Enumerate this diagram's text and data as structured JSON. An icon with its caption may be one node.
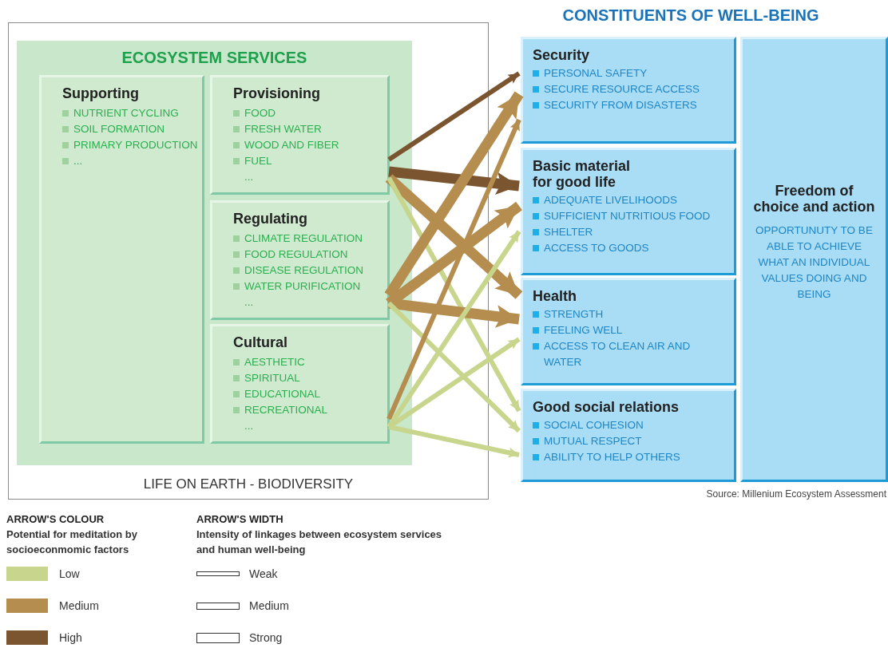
{
  "diagram": {
    "nodes": [
      {
        "text": [
          "LIFE ON EARTH - BIODIVERSITY"
        ]
      },
      {
        "text": [
          "ECOSYSTEM SERVICES"
        ],
        "in": 0
      },
      {
        "text": [
          "Supporting",
          "NUTRIENT CYCLING",
          "SOIL FORMATION",
          "PRIMARY PRODUCTION",
          "..."
        ],
        "in": 1
      },
      {
        "text": [
          "Provisioning",
          "FOOD",
          "FRESH WATER",
          "WOOD AND FIBER",
          "FUEL",
          "..."
        ],
        "in": 1
      },
      {
        "text": [
          "Regulating",
          "CLIMATE REGULATION",
          "FOOD REGULATION",
          "DISEASE REGULATION",
          "WATER PURIFICATION",
          "..."
        ],
        "in": 1
      },
      {
        "text": [
          "Cultural",
          "AESTHETIC",
          "SPIRITUAL",
          "EDUCATIONAL",
          "RECREATIONAL",
          "..."
        ],
        "in": 1
      },
      {
        "text": [
          "Security",
          "PERSONAL SAFETY",
          "SECURE RESOURCE ACCESS",
          "SECURITY FROM DISASTERS"
        ]
      },
      {
        "text": [
          "Basic material for good life",
          "ADEQUATE LIVELIHOODS",
          "SUFFICIENT NUTRITIOUS FOOD",
          "SHELTER",
          "ACCESS TO GOODS"
        ]
      },
      {
        "text": [
          "Health",
          "STRENGTH",
          "FEELING WELL",
          "ACCESS TO CLEAN AIR AND WATER"
        ]
      },
      {
        "text": [
          "Good social relations",
          "SOCIAL COHESION",
          "MUTUAL RESPECT",
          "ABILITY TO HELP OTHERS"
        ]
      },
      {
        "text": [
          "Freedom of choice and action",
          "OPPORTUNUTY TO BE ABLE TO ACHIEVE WHAT AN INDIVIDUAL VALUES DOING AND BEING"
        ]
      }
    ],
    "edges": [
      {
        "from": 3,
        "to": 6,
        "arrow": "to",
        "color": "#7a5530"
      },
      {
        "from": 3,
        "to": 7,
        "arrow": "to",
        "color": "#7a5530",
        "style": "thick"
      },
      {
        "from": 3,
        "to": 8,
        "arrow": "to",
        "color": "#b48d4f",
        "style": "thick"
      },
      {
        "from": 3,
        "to": 9,
        "arrow": "to",
        "color": "#c8d58c"
      },
      {
        "from": 4,
        "to": 6,
        "arrow": "to",
        "color": "#b48d4f",
        "style": "thick"
      },
      {
        "from": 4,
        "to": 7,
        "arrow": "to",
        "color": "#b48d4f",
        "style": "thick"
      },
      {
        "from": 4,
        "to": 8,
        "arrow": "to",
        "color": "#b48d4f",
        "style": "thick"
      },
      {
        "from": 4,
        "to": 9,
        "arrow": "to",
        "color": "#c8d58c"
      },
      {
        "from": 5,
        "to": 6,
        "arrow": "to",
        "color": "#b48d4f"
      },
      {
        "from": 5,
        "to": 7,
        "arrow": "to",
        "color": "#c8d58c"
      },
      {
        "from": 5,
        "to": 8,
        "arrow": "to",
        "color": "#c8d58c"
      },
      {
        "from": 5,
        "to": 9,
        "arrow": "to",
        "color": "#c8d58c"
      }
    ],
    "labels": [
      "CONSTITUENTS OF WELL-BEING",
      "Source: Millenium Ecosystem Assessment",
      "ARROW'S COLOUR",
      "Potential for meditation by socioeconmomic factors",
      "ARROW'S WIDTH",
      "Intensity of linkages between ecosystem services and human well-being"
    ],
    "legend": [
      {
        "text": "Low",
        "color": "#c8d58c"
      },
      {
        "text": "Medium",
        "color": "#b48d4f"
      },
      {
        "text": "High",
        "color": "#7a5530"
      },
      {
        "text": "Weak"
      },
      {
        "text": "Medium"
      },
      {
        "text": "Strong"
      }
    ]
  }
}
